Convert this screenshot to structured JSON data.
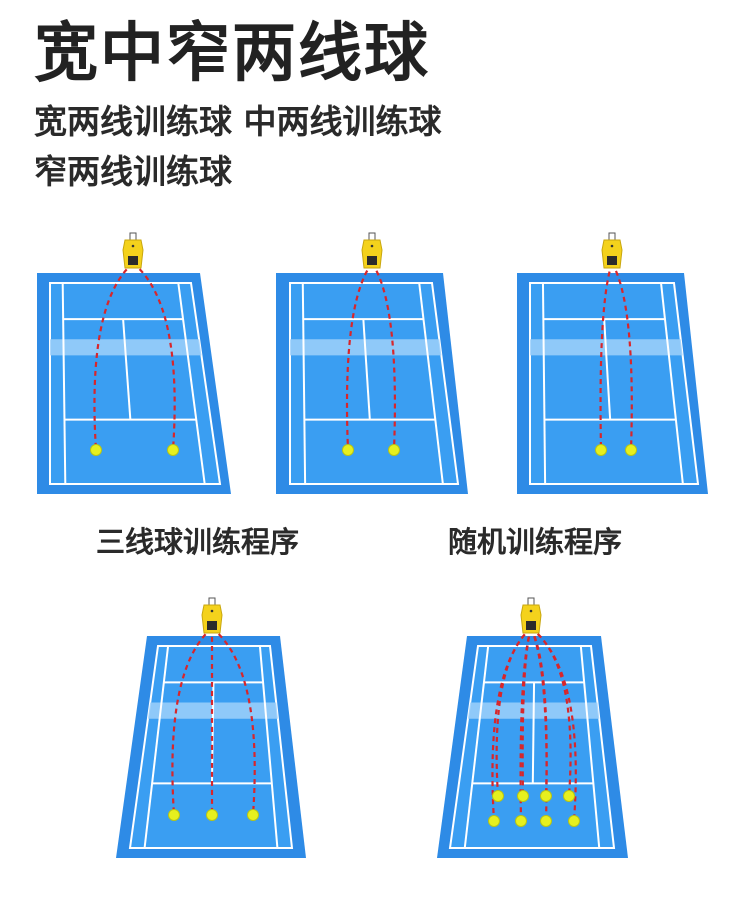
{
  "header": {
    "title": "宽中窄两线球",
    "subtitle_line1": "宽两线训练球  中两线训练球",
    "subtitle_line2": "窄两线训练球"
  },
  "captions": {
    "three_line": "三线球训练程序",
    "random": "随机训练程序"
  },
  "diagrams": [
    {
      "id": "wide-two-line",
      "landing_points": 2
    },
    {
      "id": "middle-two-line",
      "landing_points": 2
    },
    {
      "id": "narrow-two-line",
      "landing_points": 2
    },
    {
      "id": "three-line",
      "landing_points": 3
    },
    {
      "id": "random",
      "landing_points": 8
    }
  ],
  "colors": {
    "court_outer": "#2e8be6",
    "court_inner": "#3a9ef2",
    "net_band": "#9fd0fa",
    "lines": "#ffffff",
    "trajectory": "#d8262b",
    "ball": "#e6f01e",
    "machine_body": "#f4d21c",
    "title_text": "#222222"
  }
}
